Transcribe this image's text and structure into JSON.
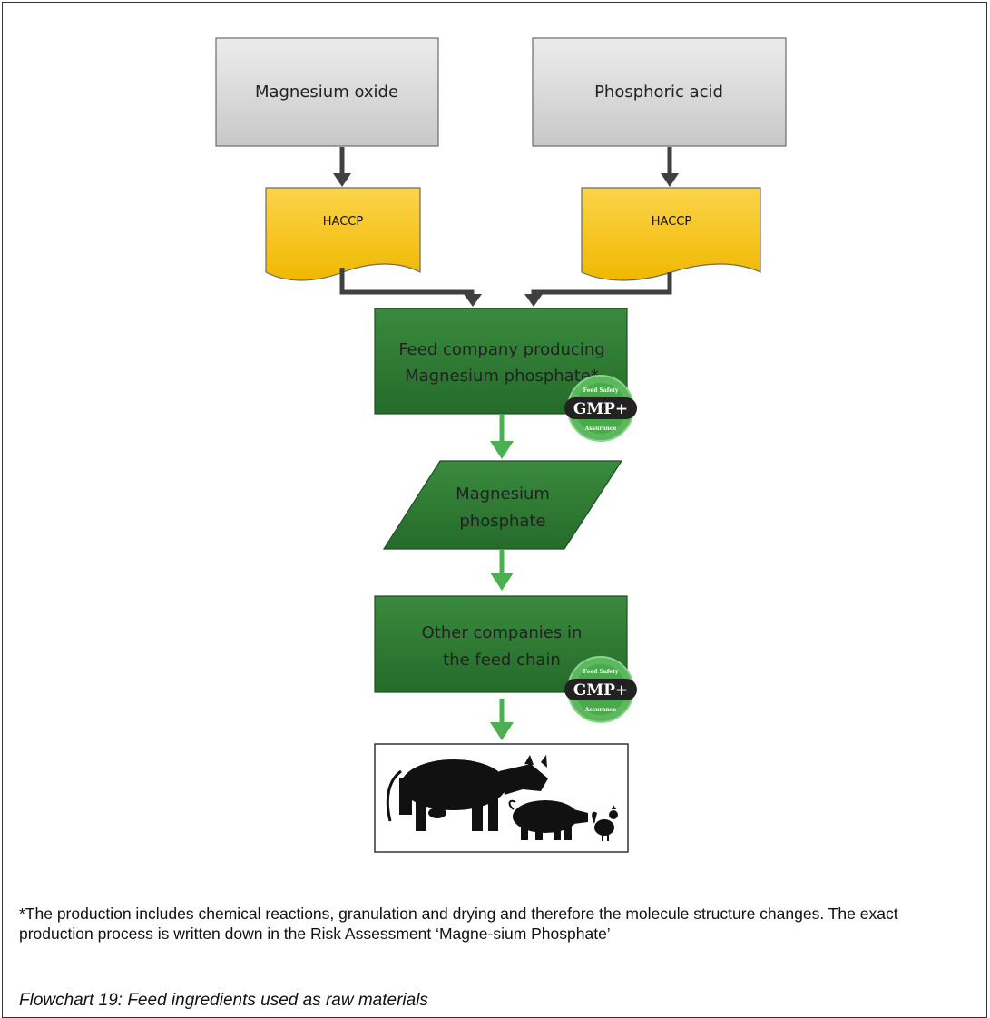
{
  "inputs": {
    "left": "Magnesium oxide",
    "right": "Phosphoric acid"
  },
  "haccp": {
    "left": "HACCP",
    "right": "HACCP"
  },
  "producer": {
    "line1": "Feed company producing",
    "line2": "Magnesium phosphate*"
  },
  "product": {
    "line1": "Magnesium",
    "line2": "phosphate"
  },
  "others": {
    "line1": "Other companies in",
    "line2": "the feed chain"
  },
  "badge": {
    "label": "GMP+",
    "top_text": "Feed Safety",
    "bottom_text": "Assurance"
  },
  "footnote": "*The production includes chemical reactions, granulation and drying and therefore the molecule structure changes. The exact production process is written down in the Risk Assessment ‘Magne-sium Phosphate’",
  "caption": "Flowchart 19: Feed ingredients used as raw materials",
  "colors": {
    "input_fill": "#d9d9d9",
    "haccp_fill": "#f5c400",
    "process_fill": "#2e7d32",
    "arrow_dark": "#404040",
    "arrow_green": "#4caf50"
  },
  "animals_icon": [
    "cow-icon",
    "pig-icon",
    "rooster-icon"
  ]
}
